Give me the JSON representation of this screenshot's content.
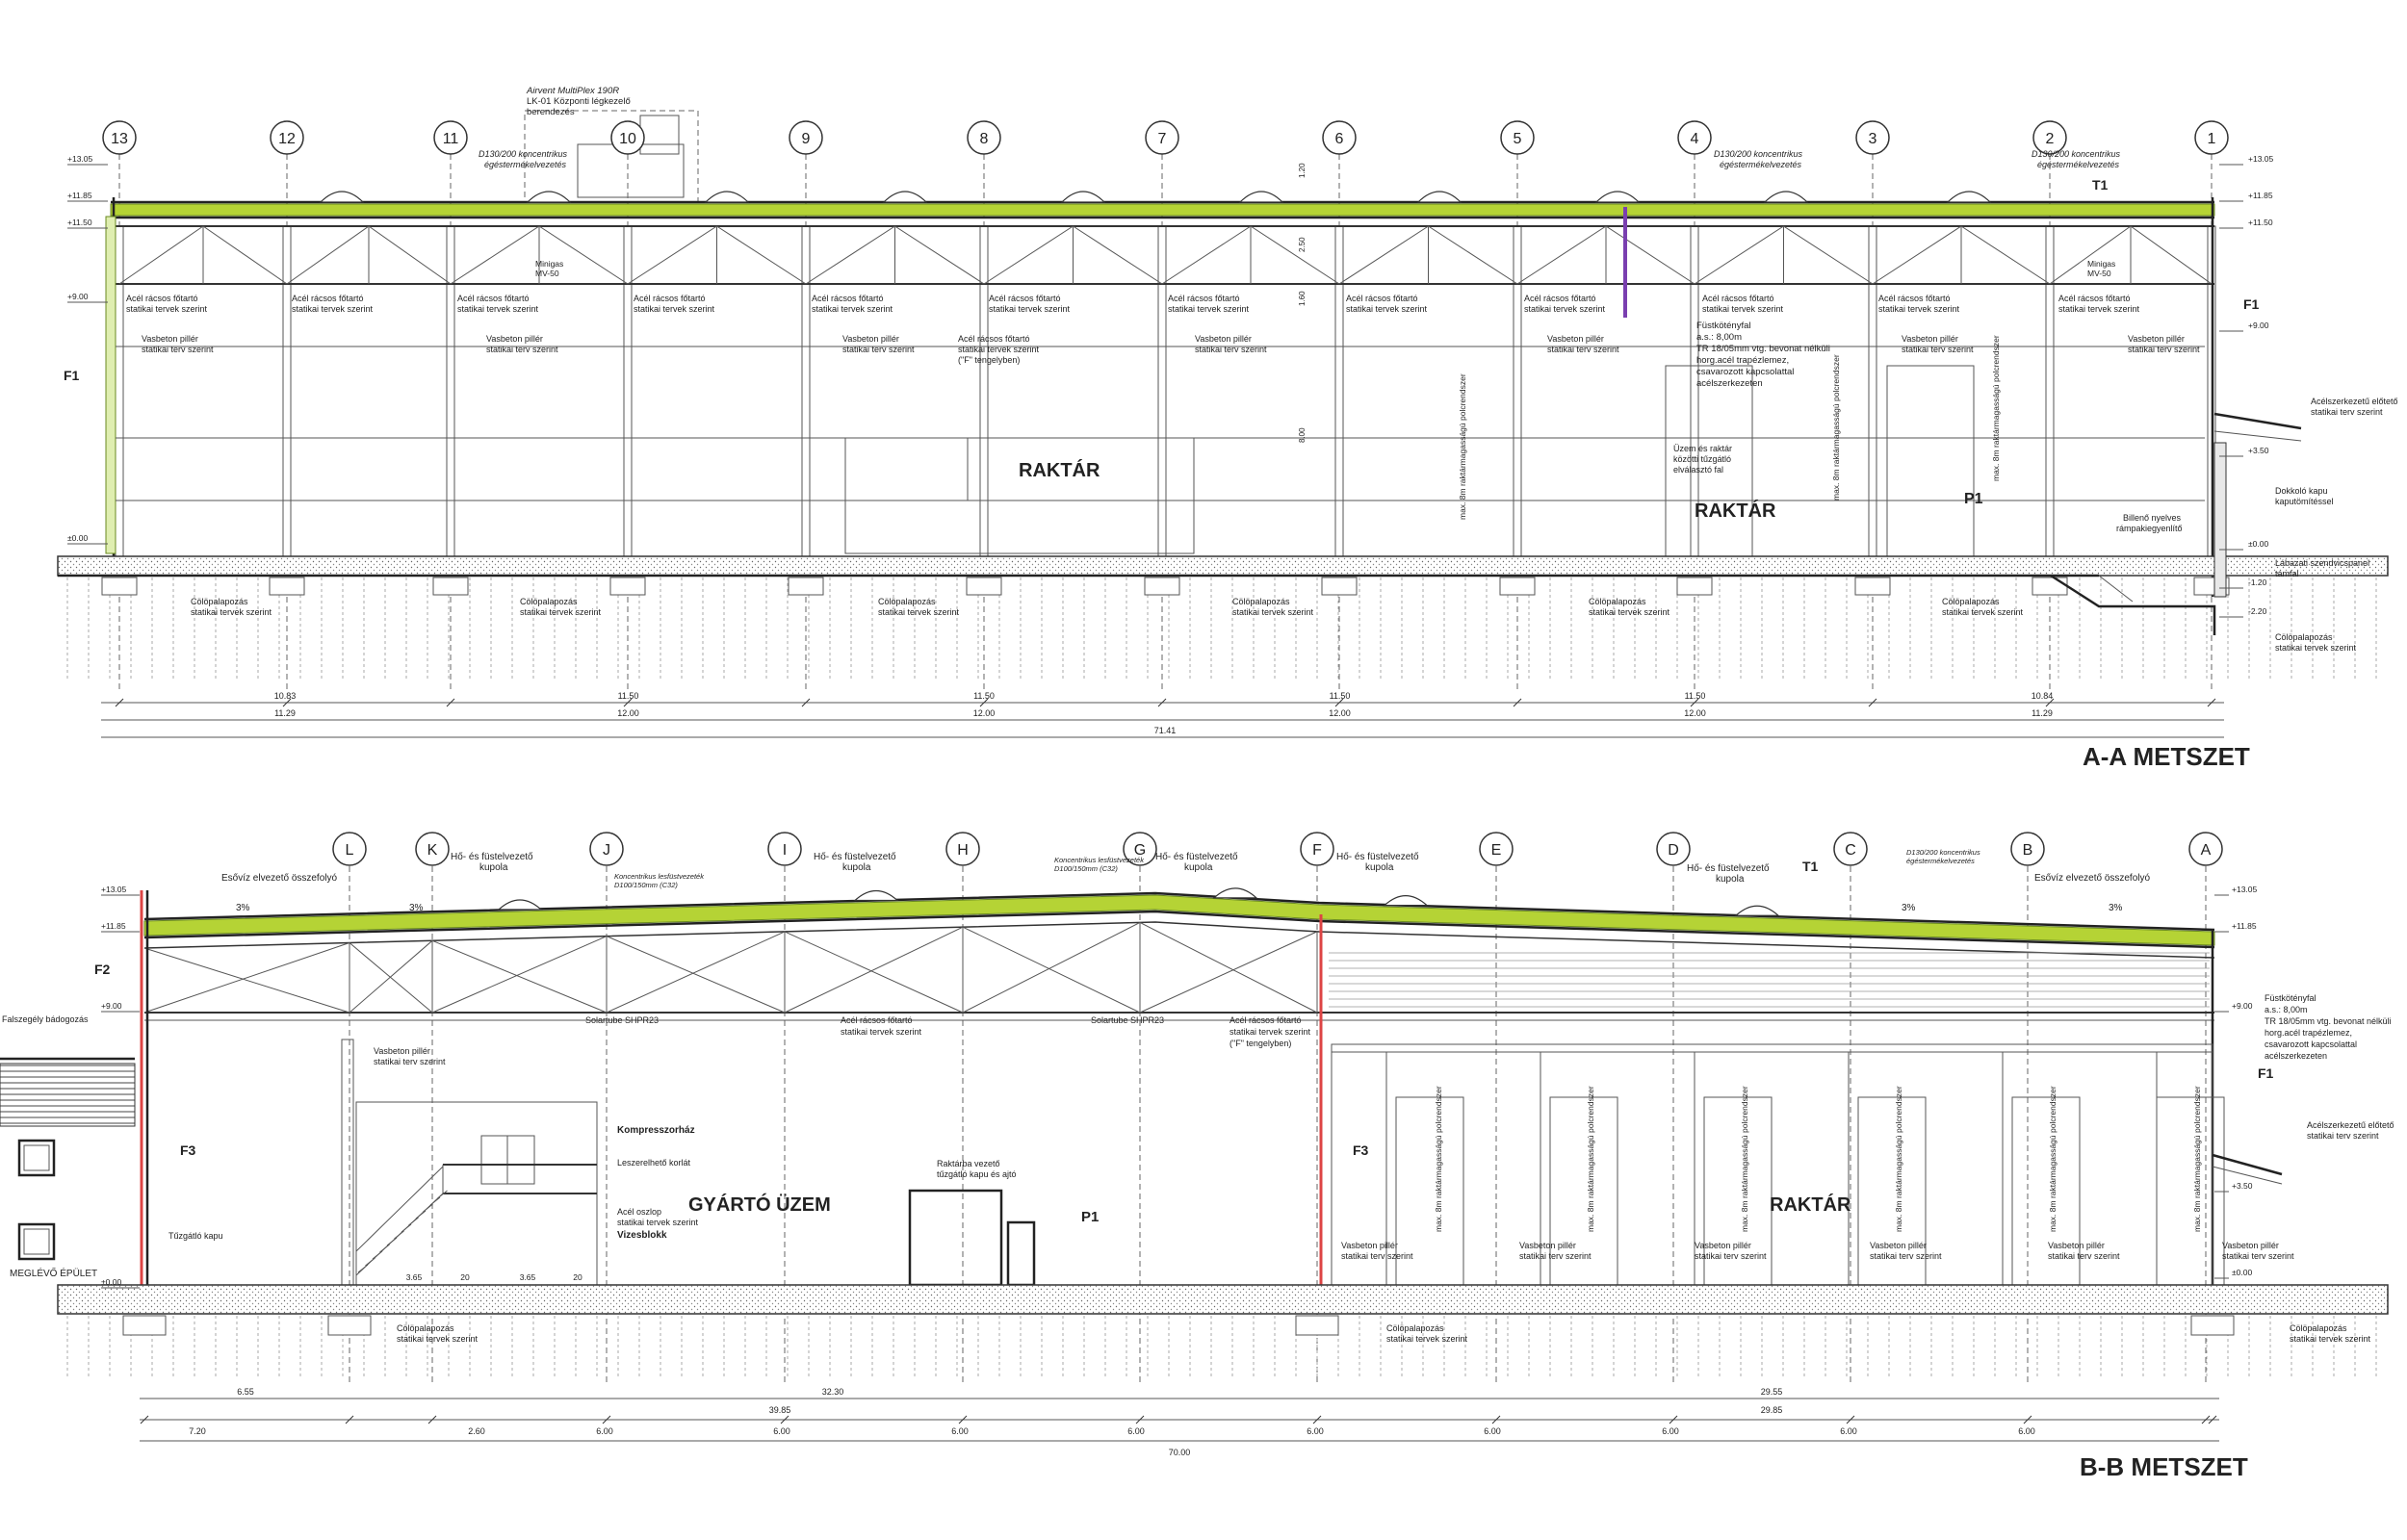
{
  "sections": {
    "aa": {
      "title": "A-A METSZET",
      "axes": [
        "13",
        "12",
        "11",
        "10",
        "9",
        "8",
        "7",
        "6",
        "5",
        "4",
        "3",
        "2",
        "1"
      ],
      "levels_left": [
        "+13.05",
        "+11.85",
        "+11.50",
        "+9.00",
        "±0.00"
      ],
      "levels_right": [
        "+13.05",
        "+11.85",
        "+11.50",
        "+9.00",
        "+3.50",
        "±0.00",
        "-1.20",
        "-2.20"
      ],
      "rooms": [
        "RAKTÁR",
        "RAKTÁR",
        "P1"
      ],
      "marks": [
        "F1",
        "F1",
        "T1"
      ],
      "truss_label": [
        "Acél rácsos főtartó",
        "statikai tervek szerint"
      ],
      "pillar_label": [
        "Vasbeton pillér",
        "statikai terv szerint"
      ],
      "pile_label": [
        "Cölöpalapozás",
        "statikai tervek szerint"
      ],
      "airvent": [
        "Airvent MultiPlex 190R",
        "LK-01 Központi légkezelő",
        "berendezés"
      ],
      "flue": [
        "D130/200 koncentrikus",
        "égéstermékelvezetés"
      ],
      "minigas": [
        "Minigas",
        "MV-50"
      ],
      "smoke_gap": [
        "Füstkötényfal",
        "a.s.: 8,00m",
        "TR 18/05mm vtg. bevonat nélküli",
        "horg.acél trapézlemez,",
        "csavarozott kapcsolattal",
        "acélszerkezeten"
      ],
      "fire_wall": [
        "Üzem és raktár",
        "közötti tűzgátló",
        "elválasztó fal"
      ],
      "rack": "max. 8m raktármagasságú polcrendszer",
      "canopy": [
        "Acélszerkezetű előtető",
        "statikai terv szerint"
      ],
      "dock_gate": [
        "Dokkoló kapu",
        "kaputömítéssel"
      ],
      "dock_leveler": [
        "Billenő nyelves",
        "rámpakiegyenlítő"
      ],
      "sandwich": [
        "Lábazati szendvicspanel",
        "támfal"
      ],
      "truss_f": [
        "Acél rácsos főtartó",
        "statikai tervek szerint",
        "(\"F\" tengelyben)"
      ],
      "dims_bays": [
        "10.83",
        "11.50",
        "11.50",
        "11.50",
        "11.50",
        "10.84"
      ],
      "dims_axes": [
        "11.29",
        "12.00",
        "12.00",
        "12.00",
        "12.00",
        "11.29"
      ],
      "dims_total": "71.41",
      "heights": [
        "1.20",
        "2.50",
        "1.60",
        "8.00"
      ]
    },
    "bb": {
      "title": "B-B METSZET",
      "axes": [
        "L",
        "K",
        "J",
        "I",
        "H",
        "G",
        "F",
        "E",
        "D",
        "C",
        "B",
        "A"
      ],
      "levels_left": [
        "+13.05",
        "+11.85",
        "+9.00",
        "±0.00"
      ],
      "levels_right": [
        "+13.05",
        "+11.85",
        "+9.00",
        "+3.50",
        "±0.00"
      ],
      "rooms": [
        "GYÁRTÓ ÜZEM",
        "RAKTÁR",
        "P1",
        "Kompresszorház",
        "Vizesblokk"
      ],
      "marks": [
        "F2",
        "F3",
        "F3",
        "F1",
        "T1"
      ],
      "roof_labels": [
        "Esővíz elvezető összefolyó",
        "Hő- és füstelvezető",
        "kupola"
      ],
      "slope": "3%",
      "conc_flue": [
        "Koncentrikus lesfüstvezeték",
        "D100/150mm (C32)"
      ],
      "solartube": "Solartube SHPR23",
      "existing": "MEGLÉVŐ ÉPÜLET",
      "fire_gate": "Tűzgátló kapu",
      "fire_bulkhead": "Falszegély bádogozás",
      "stair_labels": [
        "Leszerelhető korlát",
        "Acél oszlop",
        "statikai tervek szerint"
      ],
      "gate_label": [
        "Raktárba vezető",
        "tűzgátló kapu és ajtó"
      ],
      "dims_main": [
        "39.85",
        "32.30",
        "29.55"
      ],
      "dims_small": [
        "6.55",
        "7.20",
        "2.60",
        "6.00",
        "6.00",
        "6.00",
        "6.00",
        "6.00",
        "6.00",
        "6.00",
        "6.00",
        "6.00"
      ],
      "dims_total": "70.00",
      "stair_dims": [
        "3.65",
        "3.65",
        "20",
        "20"
      ]
    }
  }
}
